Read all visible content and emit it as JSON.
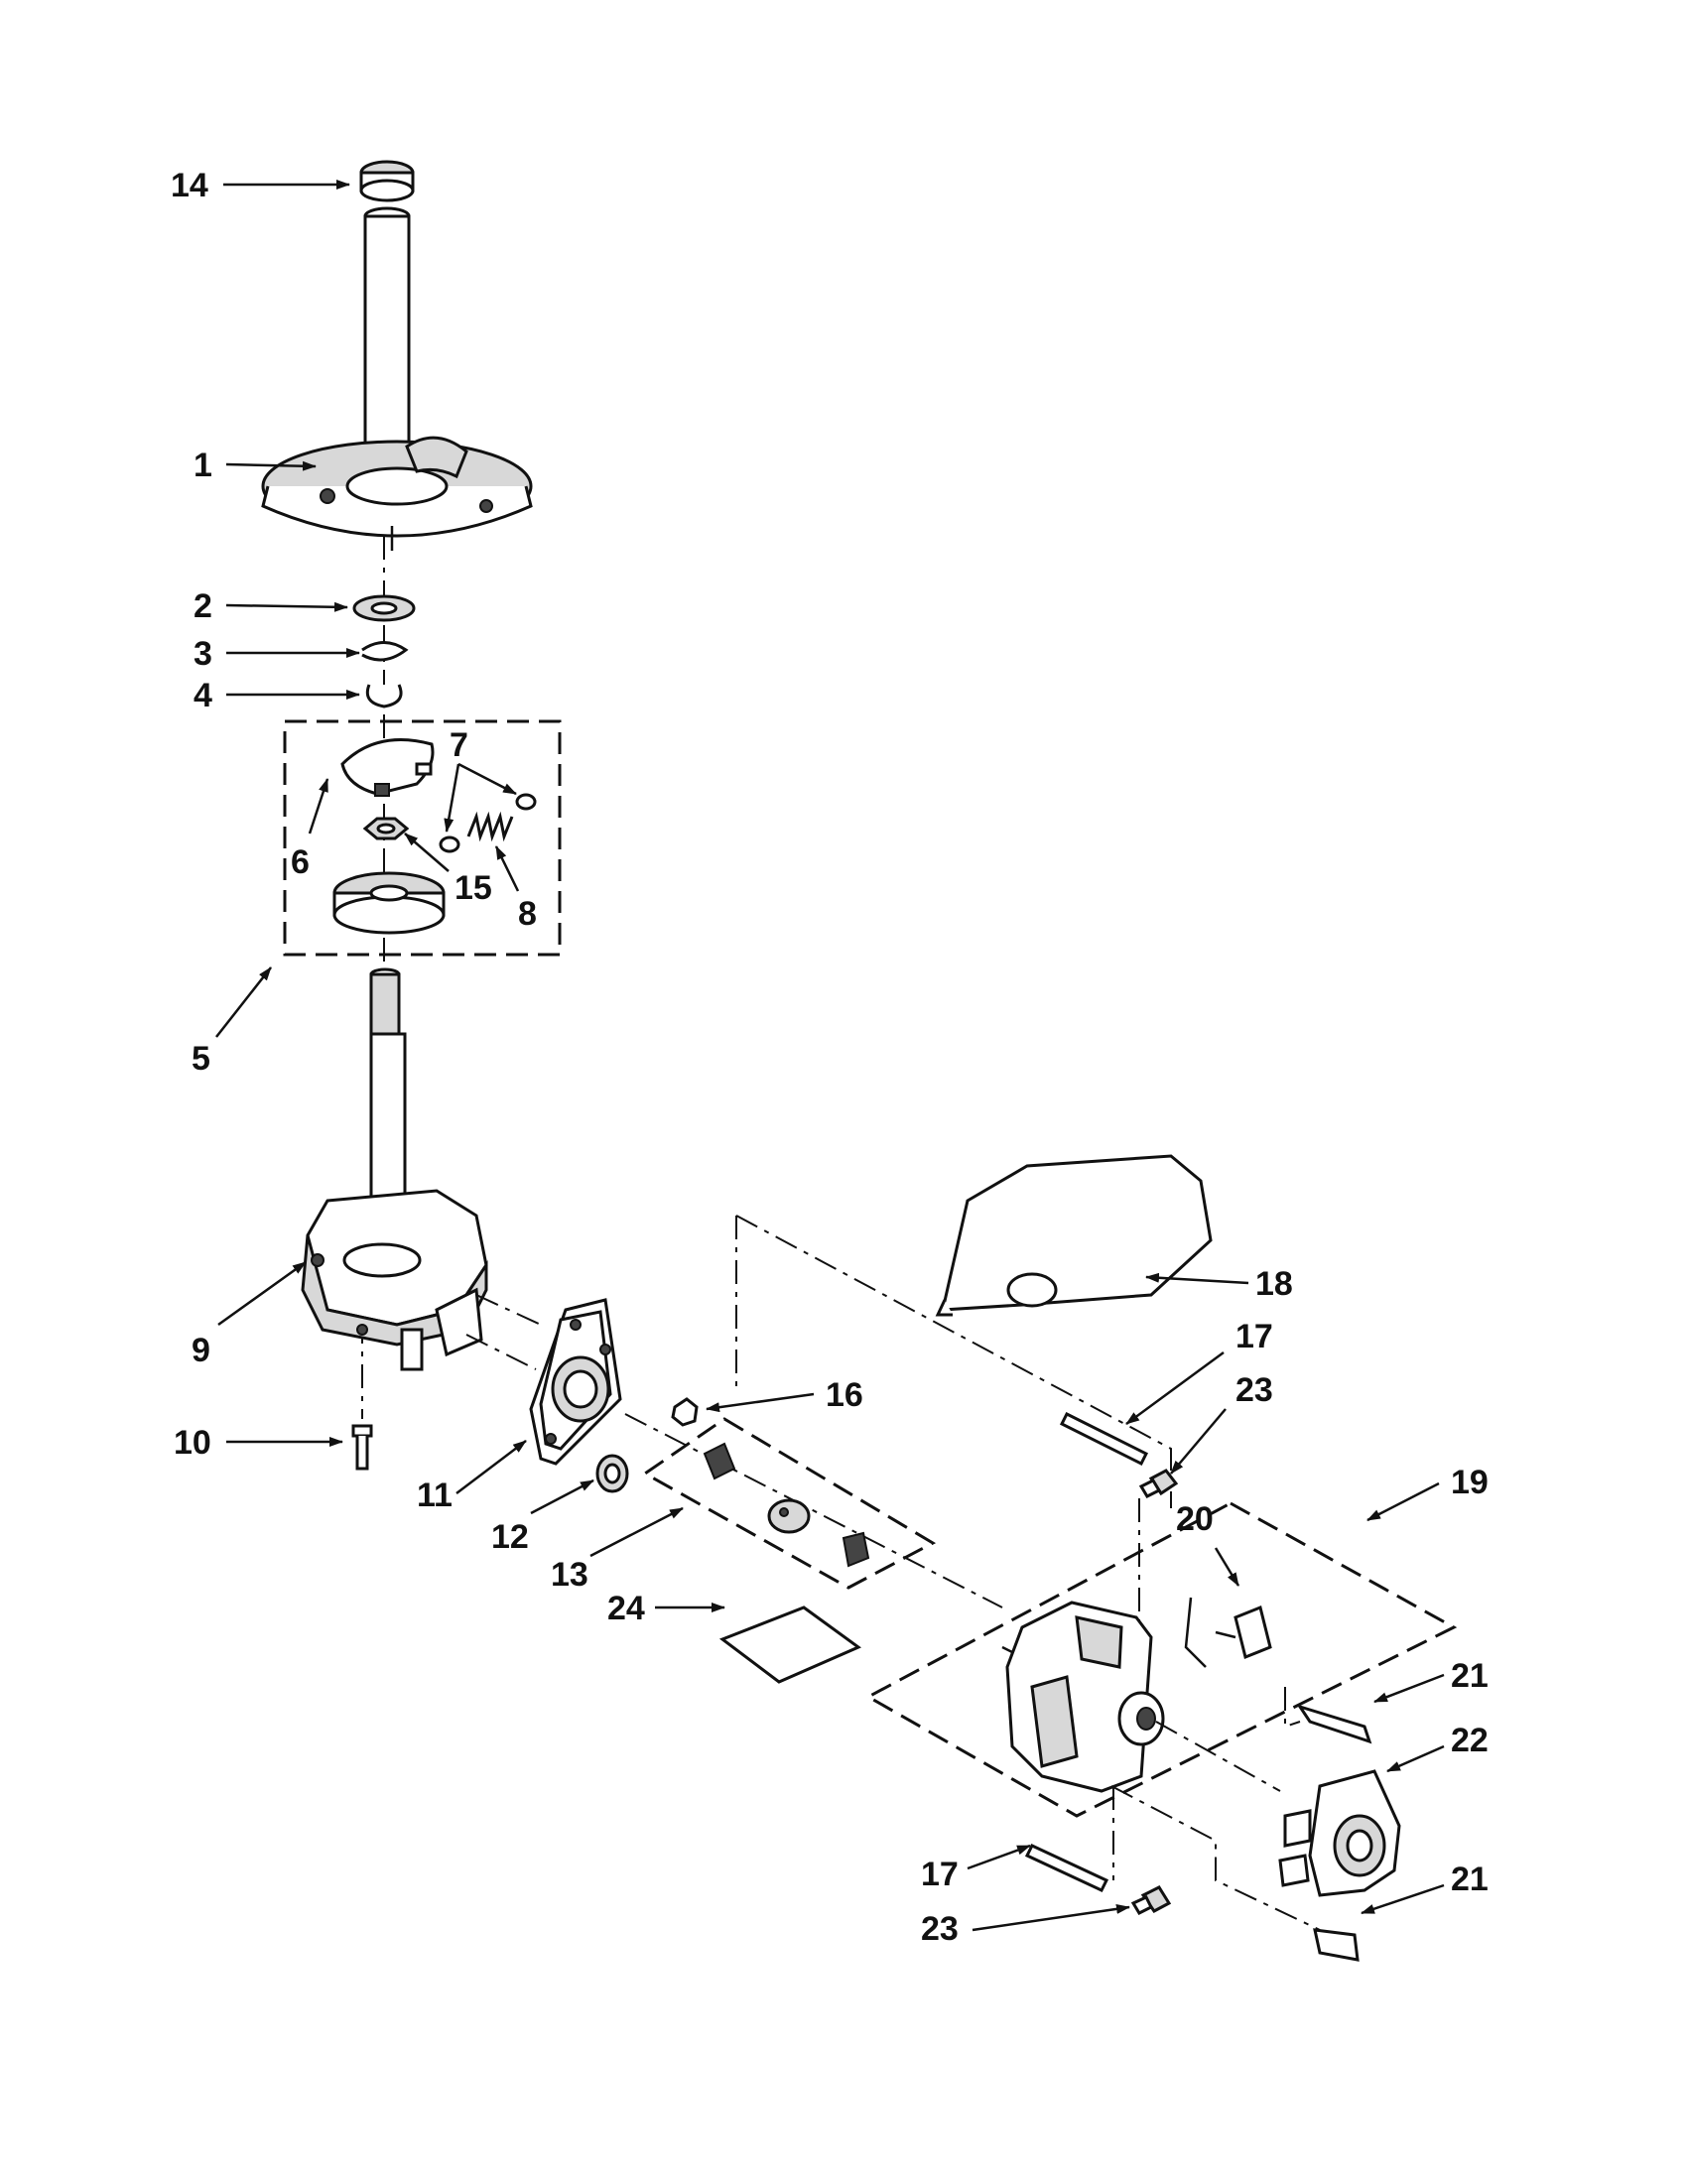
{
  "callouts": {
    "c1": "1",
    "c2": "2",
    "c3": "3",
    "c4": "4",
    "c5": "5",
    "c6": "6",
    "c7": "7",
    "c8": "8",
    "c9": "9",
    "c10": "10",
    "c11": "11",
    "c12": "12",
    "c13": "13",
    "c14": "14",
    "c15": "15",
    "c16": "16",
    "c17a": "17",
    "c17b": "17",
    "c18": "18",
    "c19": "19",
    "c20": "20",
    "c21a": "21",
    "c21b": "21",
    "c22": "22",
    "c23a": "23",
    "c23b": "23",
    "c24": "24"
  },
  "colors": {
    "line": "#111111",
    "part_shade": "#d8d8d8",
    "background": "#ffffff"
  }
}
